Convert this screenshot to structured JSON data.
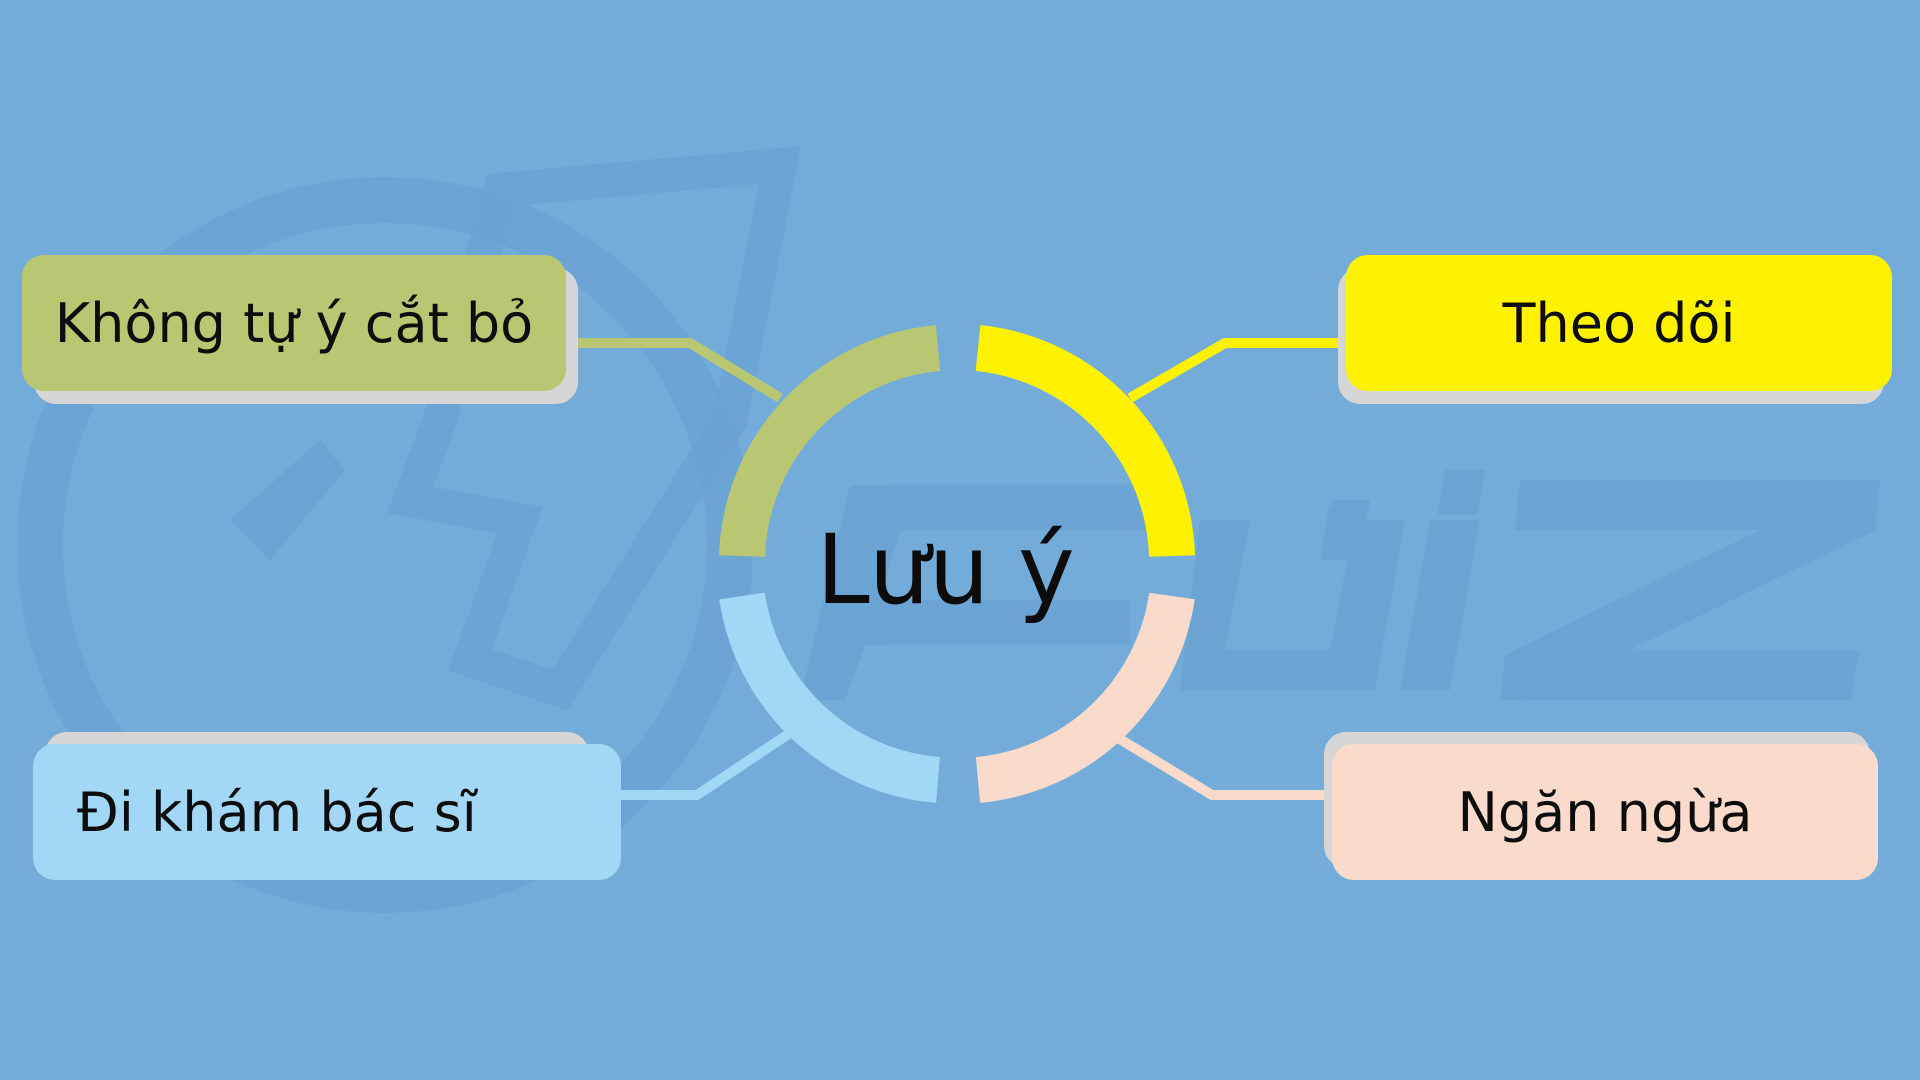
{
  "center": {
    "label": "Lưu ý"
  },
  "nodes": {
    "top_left": {
      "label": "Không tự ý cắt bỏ",
      "color": "#b9c773"
    },
    "top_right": {
      "label": "Theo dõi",
      "color": "#fff200"
    },
    "bottom_left": {
      "label": "Đi khám bác sĩ",
      "color": "#a3d7f6"
    },
    "bottom_right": {
      "label": "Ngăn ngừa",
      "color": "#fadacb"
    }
  },
  "colors": {
    "background": "#73acd9",
    "shadow": "#d6d6d6",
    "watermark": "#6a9fd2",
    "text": "#0d0d0d"
  }
}
